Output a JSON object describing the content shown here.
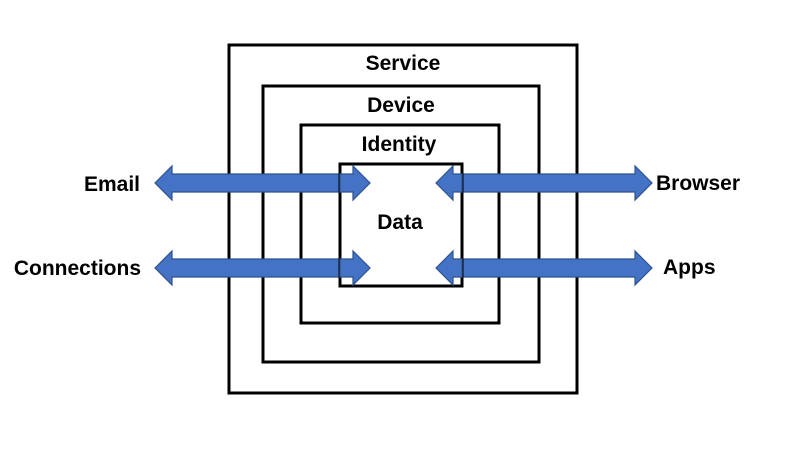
{
  "layers": {
    "service": "Service",
    "device": "Device",
    "identity": "Identity",
    "data": "Data"
  },
  "endpoints": {
    "email": "Email",
    "connections": "Connections",
    "browser": "Browser",
    "apps": "Apps"
  },
  "colors": {
    "arrow_fill": "#4472c4",
    "arrow_stroke": "#2f528f",
    "box_stroke": "#000000"
  }
}
